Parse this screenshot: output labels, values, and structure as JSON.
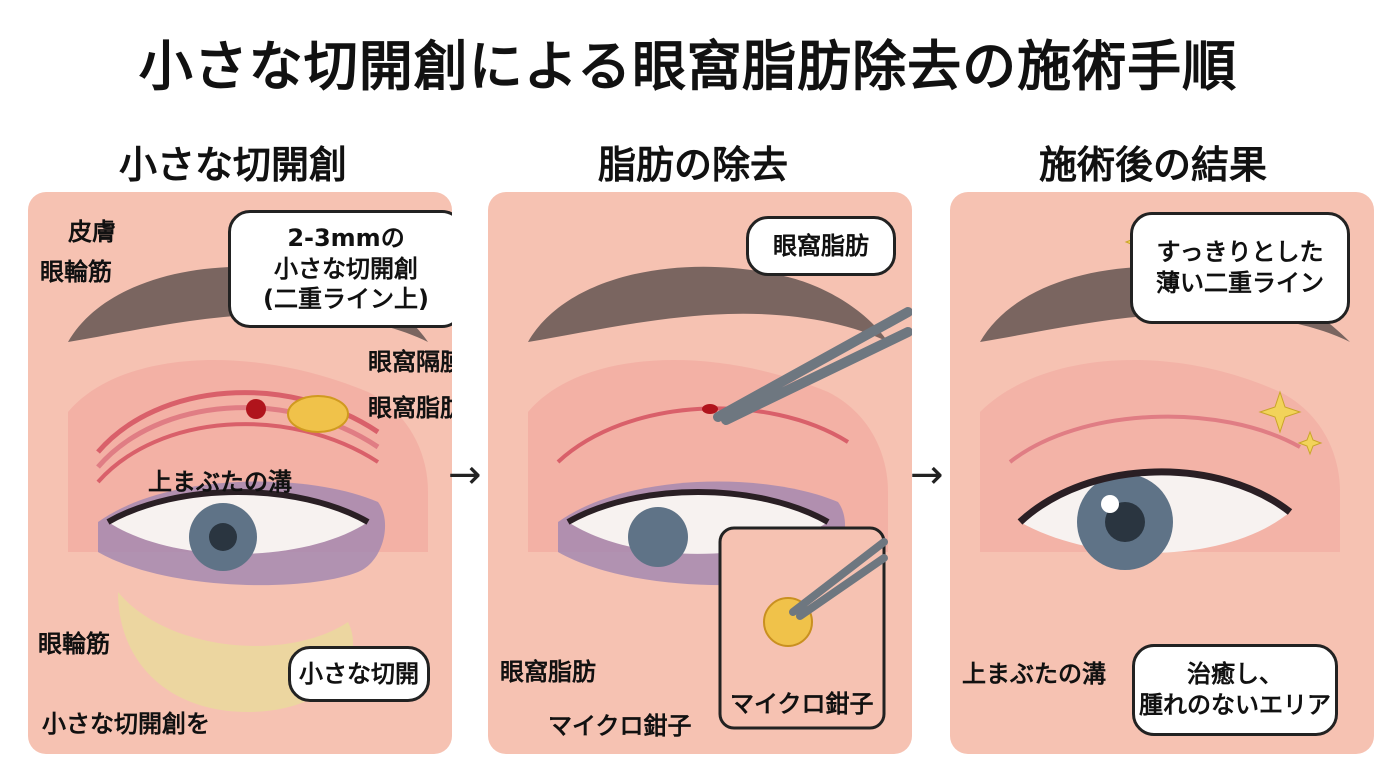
{
  "title": "小さな切開創による眼窩脂肪除去の施術手順",
  "panels": [
    {
      "heading": "小さな切開創",
      "labels": {
        "skin": "皮膚",
        "orbicularis_top": "眼輪筋",
        "septum": "眼窩隔膜",
        "orbital_fat": "眼窩脂肪",
        "upper_groove": "上まぶたの溝",
        "orbicularis_bottom": "眼輪筋",
        "incision_bottom": "小さな切開創を"
      },
      "bubble_lines": [
        "2-3mmの",
        "小さな切開創",
        "(二重ライン上)"
      ],
      "small_incision": "小さな切開"
    },
    {
      "heading": "脂肪の除去",
      "labels": {
        "orbital_fat_bottom": "眼窩脂肪",
        "forceps_bottom": "マイクロ鉗子"
      },
      "bubble": "眼窩脂肪",
      "inset_label": "マイクロ鉗子"
    },
    {
      "heading": "施術後の結果",
      "labels": {
        "upper_groove": "上まぶたの溝"
      },
      "bubble_lines": [
        "すっきりとした",
        "薄い二重ライン"
      ],
      "bottom_bubble_lines": [
        "治癒し、",
        "腫れのないエリア"
      ]
    }
  ],
  "arrow_glyph": "→",
  "colors": {
    "panel_bg": "#f6c2b2",
    "skin_pink": "#f2a9a0",
    "brow": "#7a6560",
    "iris": "#5f7387",
    "fat": "#f0c24a",
    "incision": "#b0141c",
    "lower_lid": "#a48ab0",
    "cheek_fat": "#ecd6a0"
  }
}
